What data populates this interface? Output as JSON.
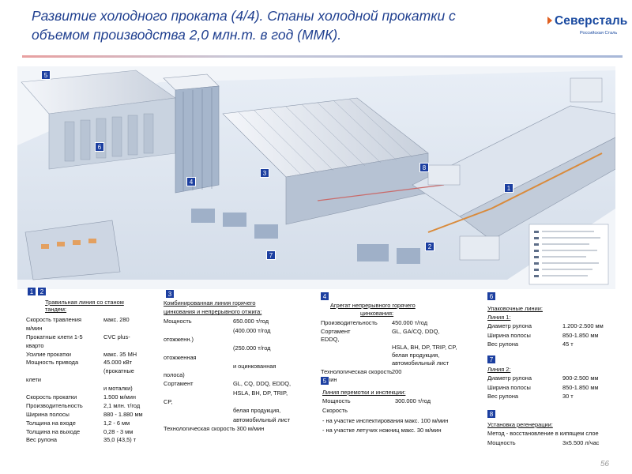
{
  "slide": {
    "title_line1": "Развитие холодного проката (4/4). Станы холодной прокатки с",
    "title_line2": "объемом производства 2,0 млн.т. в год (ММК).",
    "page_number": "56"
  },
  "logo": {
    "name": "Северсталь",
    "subtitle": "Российская Сталь",
    "color": "#1a4aa0"
  },
  "colors": {
    "title": "#1f3f8f",
    "marker": "#1c3fa0"
  },
  "plan_markers": [
    "5",
    "6",
    "4",
    "3",
    "8",
    "1",
    "2",
    "7"
  ],
  "sections": {
    "pickling": {
      "markers": [
        "1",
        "2"
      ],
      "title": "Травильная линия со станом тандем:",
      "rows": [
        [
          "Скорость травления",
          "макс. 280"
        ],
        [
          "м/мин",
          ""
        ],
        [
          "Прокатные клети 1-5",
          "CVC plus-"
        ],
        [
          "кварто",
          ""
        ],
        [
          "Усилие прокатки",
          "макс. 35 МН"
        ],
        [
          "Мощность привода",
          "45.000 кВт"
        ],
        [
          "",
          "(прокатные"
        ],
        [
          "клети",
          ""
        ],
        [
          "",
          "и моталки)"
        ],
        [
          "Скорость прокатки",
          "1.500 м/мин"
        ],
        [
          "Производительность",
          "2,1 млн. т/год"
        ],
        [
          "Ширина полосы",
          "880 - 1.880 мм"
        ],
        [
          "Толщина на входе",
          "1,2 - 6 мм"
        ],
        [
          "Толщина на выходе",
          "0,28 - 3 мм"
        ],
        [
          "Вес рулона",
          "35,0 (43,5) т"
        ]
      ]
    },
    "combined": {
      "marker": "3",
      "title1": "Комбинированная линия горячего",
      "title2": "цинкования и непрерывного отжига:",
      "rows": [
        [
          "Мощность",
          "650.000 т/год"
        ],
        [
          "",
          "(400.000 т/год"
        ],
        [
          "отожженн.)",
          ""
        ],
        [
          "",
          "(250.000 т/год"
        ],
        [
          "отожженная",
          ""
        ],
        [
          "",
          "и оцинкованная"
        ],
        [
          "полоса)",
          ""
        ],
        [
          "Сортамент",
          "GL, CQ, DDQ, EDDQ,"
        ],
        [
          "",
          "HSLA, BH, DP, TRIP,"
        ],
        [
          "CP,",
          ""
        ],
        [
          "",
          "белая продукция,"
        ],
        [
          "",
          "автомобильный лист"
        ],
        [
          "Технологическая  скорость",
          "-      300 м/мин"
        ]
      ]
    },
    "galvanizing": {
      "marker": "4",
      "title1": "Агрегат непрерывного горячего",
      "title2": "цинкования:",
      "rows": [
        [
          "Производительность",
          "450.000 т/год"
        ],
        [
          "Сортамент",
          "GL, GA/CQ, DDQ,"
        ],
        [
          "EDDQ,",
          ""
        ],
        [
          "",
          "HSLA, BH, DP, TRIP, CP,"
        ],
        [
          "",
          "белая продукция,"
        ],
        [
          "",
          "автомобильный лист"
        ],
        [
          "Технологическая скорость",
          "200"
        ],
        [
          "м/мин",
          ""
        ]
      ]
    },
    "inspection": {
      "marker": "5",
      "title": "Линия перемотки и инспекции:",
      "rows": [
        [
          "Мощность",
          "300.000 т/год"
        ],
        [
          "Скорость",
          ""
        ],
        [
          "- на участке инспектирования  макс. 100 м/мин",
          ""
        ],
        [
          "- на участке летучих ножниц   макс. 30 м/мин",
          ""
        ]
      ]
    },
    "packing": {
      "marker6": "6",
      "title": "Упаковочные линии:",
      "line1_title": "Линия 1:",
      "line1_rows": [
        [
          "Диаметр рулона",
          "1.200-2.500 мм"
        ],
        [
          "Ширина полосы",
          "850-1.850 мм"
        ],
        [
          "Вес рулона",
          "45 т"
        ]
      ],
      "marker7": "7",
      "line2_title": "Линия 2:",
      "line2_rows": [
        [
          "Диаметр рулона",
          "900-2.500 мм"
        ],
        [
          "Ширина полосы",
          "850-1.850 мм"
        ],
        [
          "Вес рулона",
          "30 т"
        ]
      ]
    },
    "regeneration": {
      "marker": "8",
      "title": "Установка регенерации:",
      "rows": [
        [
          "Метод -  восстановление в кипящем слое",
          ""
        ],
        [
          "Мощность",
          "3x5.500 л/час"
        ]
      ]
    }
  }
}
